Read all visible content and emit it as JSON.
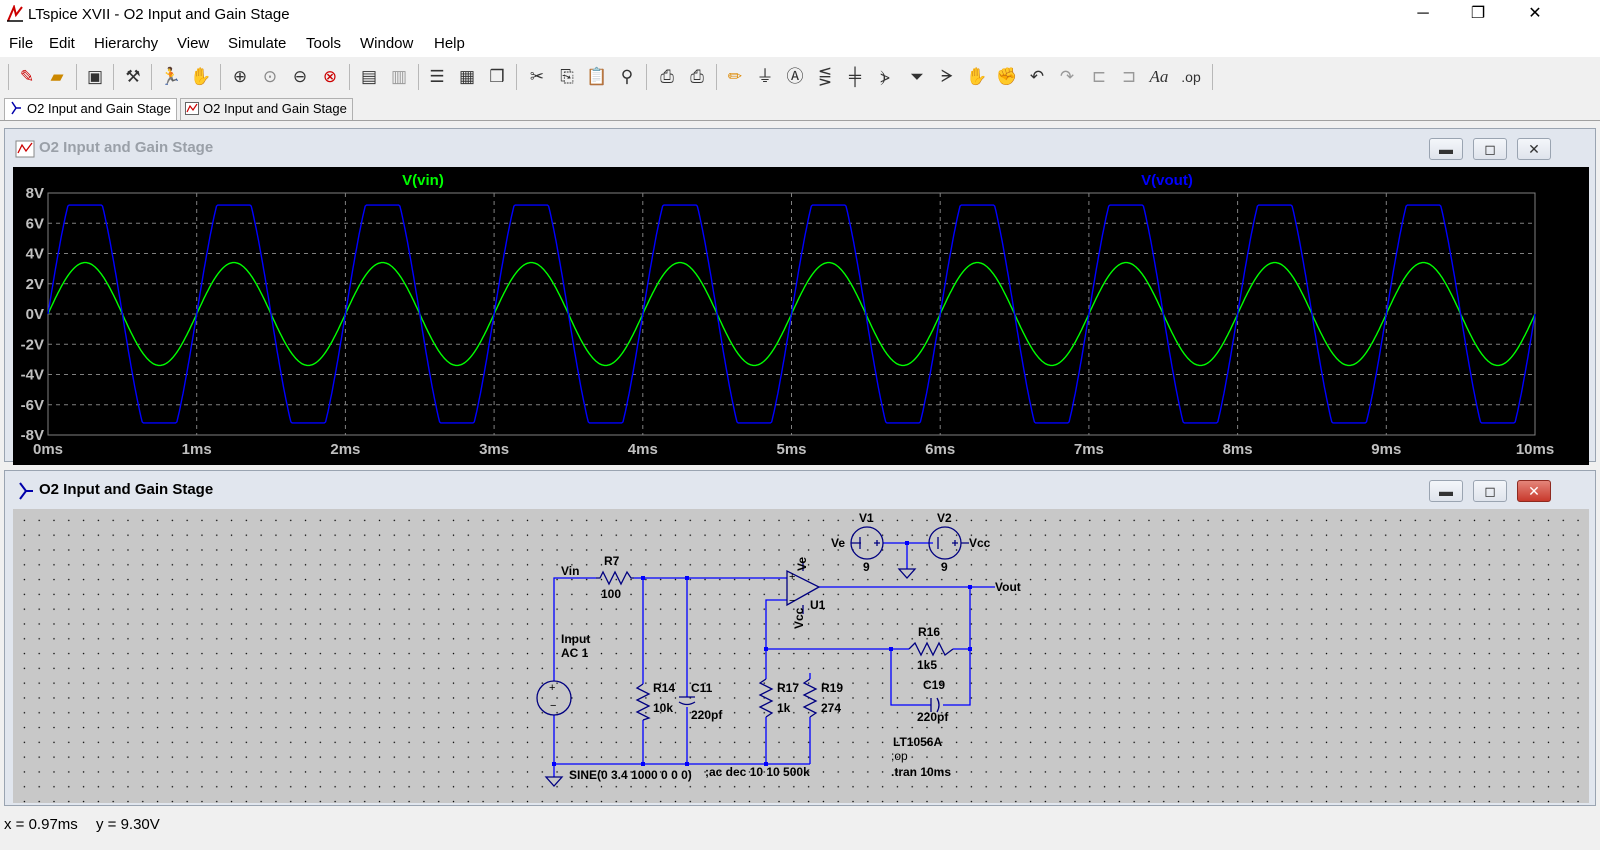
{
  "window": {
    "title": "LTspice XVII - O2 Input and Gain Stage"
  },
  "menu": [
    {
      "label": "File"
    },
    {
      "label": "Edit"
    },
    {
      "label": "Hierarchy"
    },
    {
      "label": "View"
    },
    {
      "label": "Simulate"
    },
    {
      "label": "Tools"
    },
    {
      "label": "Window"
    },
    {
      "label": "Help"
    }
  ],
  "toolbar": {
    "font_label": "Aa",
    "op_label": ".op"
  },
  "tabs": [
    {
      "label": "O2 Input and Gain Stage",
      "icon": "schematic-icon"
    },
    {
      "label": "O2 Input and Gain Stage",
      "icon": "waveform-icon"
    }
  ],
  "plot_window": {
    "title": "O2 Input and Gain Stage",
    "icon": "waveform-icon"
  },
  "schematic_window": {
    "title": "O2 Input and Gain Stage",
    "icon": "schematic-icon"
  },
  "chart_data": {
    "type": "line",
    "x_unit": "ms",
    "xlim": [
      0,
      10
    ],
    "ylim": [
      -8,
      8
    ],
    "x_ticks": [
      0,
      1,
      2,
      3,
      4,
      5,
      6,
      7,
      8,
      9,
      10
    ],
    "x_tick_labels": [
      "0ms",
      "1ms",
      "2ms",
      "3ms",
      "4ms",
      "5ms",
      "6ms",
      "7ms",
      "8ms",
      "9ms",
      "10ms"
    ],
    "y_ticks": [
      8,
      6,
      4,
      2,
      0,
      -2,
      -4,
      -6,
      -8
    ],
    "y_tick_labels": [
      "8V",
      "6V",
      "4V",
      "2V",
      "0V",
      "-2V",
      "-4V",
      "-6V",
      "-8V"
    ],
    "grid": true,
    "series": [
      {
        "name": "V(vin)",
        "color": "#00ff00",
        "waveform": "sine",
        "amplitude": 3.4,
        "frequency_khz": 1,
        "phase_deg": 0
      },
      {
        "name": "V(vout)",
        "color": "#0000ff",
        "waveform": "clipped-sine",
        "amplitude": 9.6,
        "clip": 7.2,
        "frequency_khz": 1,
        "phase_deg": 0
      }
    ]
  },
  "schematic": {
    "net_labels": {
      "vin": "Vin",
      "vout": "Vout",
      "ve": "Ve",
      "vcc": "Vcc"
    },
    "components": {
      "r7": {
        "ref": "R7",
        "value": "100"
      },
      "r14": {
        "ref": "R14",
        "value": "10k"
      },
      "c11": {
        "ref": "C11",
        "value": "220pf"
      },
      "r17": {
        "ref": "R17",
        "value": "1k"
      },
      "r19": {
        "ref": "R19",
        "value": "274"
      },
      "r16": {
        "ref": "R16",
        "value": "1k5"
      },
      "c19": {
        "ref": "C19",
        "value": "220pf"
      },
      "u1": {
        "ref": "U1",
        "pin_ve": "Ve",
        "pin_vcc": "Vcc"
      },
      "v1": {
        "ref": "V1",
        "value": "9",
        "net": "Ve"
      },
      "v2": {
        "ref": "V2",
        "value": "9",
        "net": "Vcc"
      },
      "input": {
        "ref": "Input",
        "ac": "AC 1",
        "spec": "SINE(0 3.4 1000 0 0 0)"
      }
    },
    "directives": {
      "ac": ";ac dec 10 10 500k",
      "part": "LT1056A",
      "op": ";op",
      "tran": ".tran 10ms"
    }
  },
  "status": {
    "x": "x = 0.97ms",
    "y": "y = 9.30V"
  },
  "colors": {
    "wire": "#0000ff",
    "component": "#000080",
    "plot_bg": "#000000",
    "schem_bg": "#c8c8c8"
  }
}
